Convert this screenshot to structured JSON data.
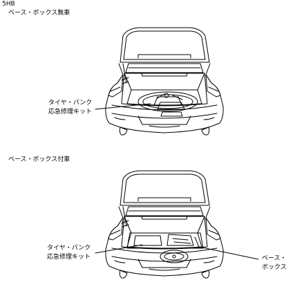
{
  "model": "5HB",
  "sections": [
    {
      "heading": "ベース・ボックス無車",
      "callouts": [
        {
          "line1": "タイヤ・パンク",
          "line2": "応急修理キット"
        }
      ]
    },
    {
      "heading": "ベース・ボックス付車",
      "callouts": [
        {
          "line1": "タイヤ・パンク",
          "line2": "応急修理キット"
        },
        {
          "line1": "ベース・",
          "line2": "ボックス"
        }
      ]
    }
  ],
  "colors": {
    "line": "#000000",
    "background": "#ffffff"
  }
}
